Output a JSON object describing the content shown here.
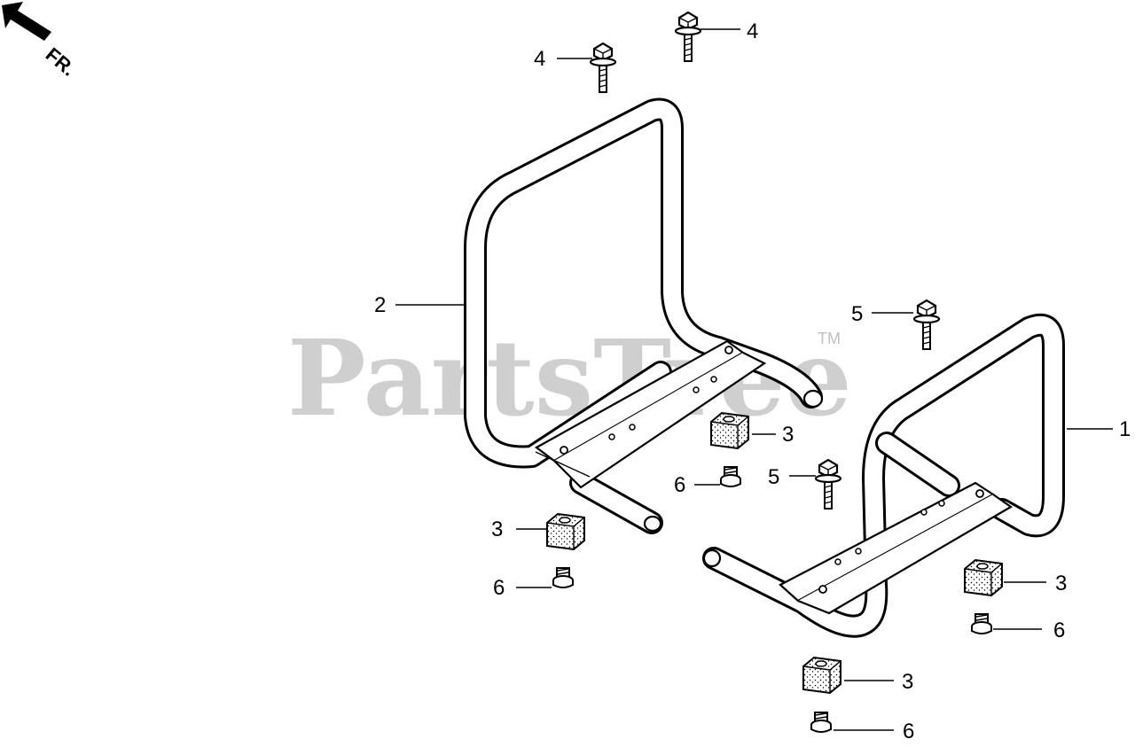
{
  "direction": {
    "label": "FR."
  },
  "watermark": {
    "text": "PartsTree",
    "tm": "TM"
  },
  "callouts": {
    "frame_right": "1",
    "frame_left": "2",
    "rubber_mount": "3",
    "bolt_upper": "4",
    "bolt_mount": "5",
    "screw": "6"
  }
}
